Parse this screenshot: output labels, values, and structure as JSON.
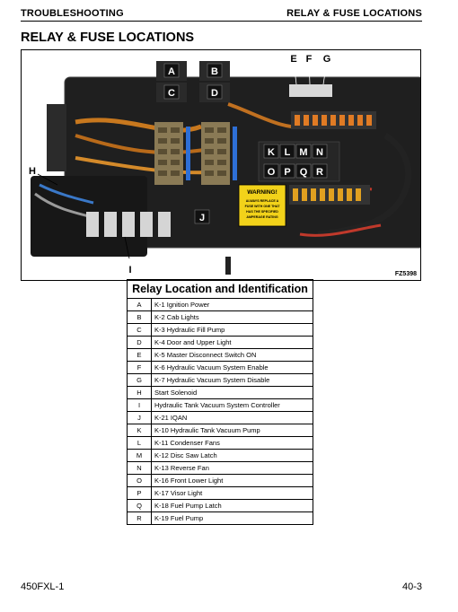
{
  "header": {
    "section": "TROUBLESHOOTING",
    "topic": "RELAY & FUSE LOCATIONS"
  },
  "title": "RELAY & FUSE LOCATIONS",
  "figure": {
    "code": "FZ5398",
    "callouts": [
      "A",
      "B",
      "C",
      "D",
      "E",
      "F",
      "G",
      "H",
      "I",
      "J",
      "K",
      "L",
      "M",
      "N",
      "O",
      "P",
      "Q",
      "R"
    ],
    "warning_label": {
      "heading": "WARNING!",
      "lines": [
        "ALWAYS REPLACE A",
        "FUSE WITH ONE THAT",
        "HAS THE SPECIFIED",
        "AMPERAGE RATING"
      ]
    }
  },
  "table": {
    "title": "Relay Location and Identification",
    "rows": [
      {
        "id": "A",
        "desc": "K-1  Ignition Power"
      },
      {
        "id": "B",
        "desc": "K-2  Cab Lights"
      },
      {
        "id": "C",
        "desc": "K-3  Hydraulic Fill Pump"
      },
      {
        "id": "D",
        "desc": "K-4  Door and Upper Light"
      },
      {
        "id": "E",
        "desc": "K-5  Master Disconnect Switch ON"
      },
      {
        "id": "F",
        "desc": "K-6  Hydraulic Vacuum System Enable"
      },
      {
        "id": "G",
        "desc": "K-7  Hydraulic Vacuum System Disable"
      },
      {
        "id": "H",
        "desc": "Start Solenoid"
      },
      {
        "id": "I",
        "desc": "Hydraulic Tank Vacuum System Controller"
      },
      {
        "id": "J",
        "desc": "K-21  IQAN"
      },
      {
        "id": "K",
        "desc": "K-10  Hydraulic Tank Vacuum Pump"
      },
      {
        "id": "L",
        "desc": "K-11  Condenser Fans"
      },
      {
        "id": "M",
        "desc": "K-12  Disc Saw Latch"
      },
      {
        "id": "N",
        "desc": "K-13  Reverse Fan"
      },
      {
        "id": "O",
        "desc": "K-16  Front Lower Light"
      },
      {
        "id": "P",
        "desc": "K-17  Visor Light"
      },
      {
        "id": "Q",
        "desc": "K-18  Fuel Pump Latch"
      },
      {
        "id": "R",
        "desc": "K-19  Fuel Pump"
      }
    ]
  },
  "footer": {
    "model": "450FXL-1",
    "page": "40-3"
  }
}
